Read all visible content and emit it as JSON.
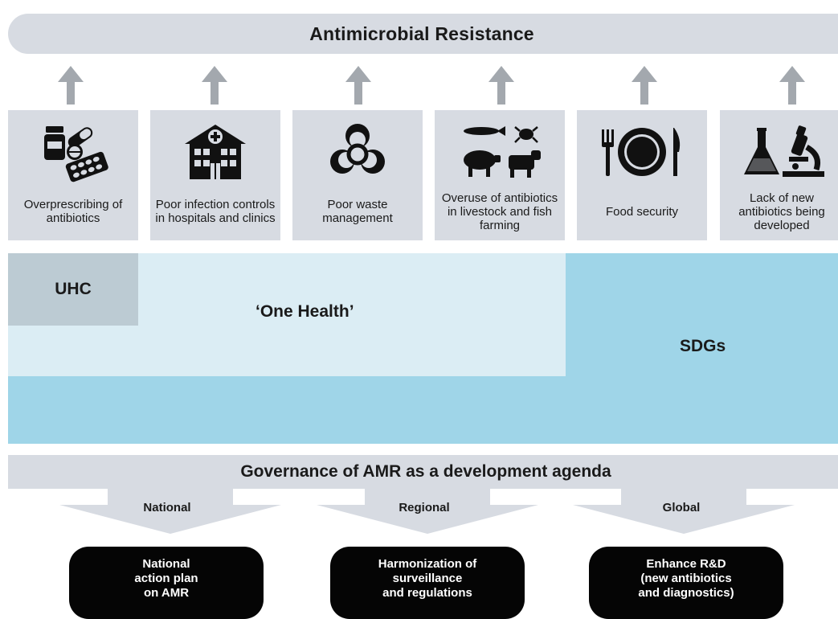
{
  "title": "Antimicrobial Resistance",
  "drivers": [
    {
      "label": "Overprescribing of antibiotics",
      "icon": "pills-icon"
    },
    {
      "label": "Poor infection controls in hospitals and clinics",
      "icon": "hospital-icon"
    },
    {
      "label": "Poor waste management",
      "icon": "biohazard-icon"
    },
    {
      "label": "Overuse of antibiotics in livestock and fish farming",
      "icon": "livestock-icon"
    },
    {
      "label": "Food security",
      "icon": "plate-cutlery-icon"
    },
    {
      "label": "Lack of new antibiotics being developed",
      "icon": "flask-microscope-icon"
    }
  ],
  "frameworks": {
    "uhc": "UHC",
    "one_health": "‘One Health’",
    "sdgs": "SDGs"
  },
  "governance": {
    "title": "Governance of AMR as a development agenda",
    "levels": [
      "National",
      "Regional",
      "Global"
    ],
    "actions": [
      [
        "National",
        "action plan",
        "on AMR"
      ],
      [
        "Harmonization of",
        "surveillance",
        "and regulations"
      ],
      [
        "Enhance R&D",
        "(new antibiotics",
        "and diagnostics)"
      ]
    ]
  },
  "colors": {
    "light_gray": "#d7dbe2",
    "arrow_gray": "#a3a8ae",
    "uhc": "#bccbd3",
    "one_health": "#dbedf4",
    "sdgs": "#9fd5e8",
    "black": "#050505"
  }
}
